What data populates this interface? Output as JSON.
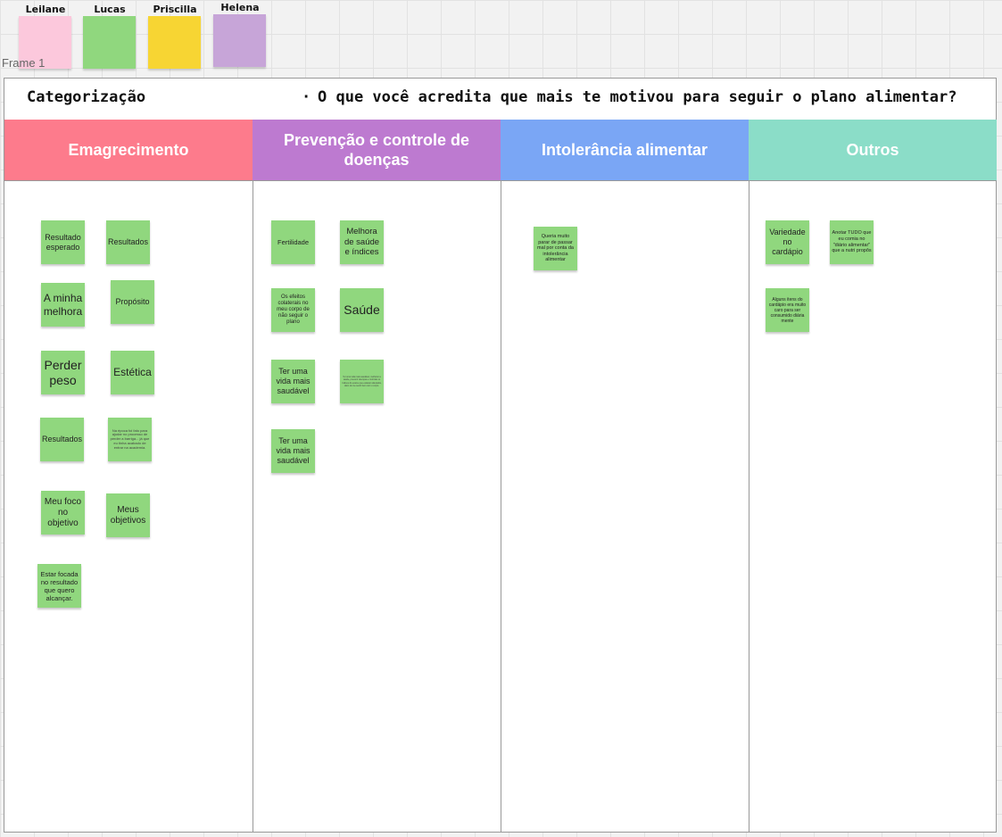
{
  "legend": [
    {
      "name": "Leilane",
      "color": "#fcc8dc"
    },
    {
      "name": "Lucas",
      "color": "#90d77e"
    },
    {
      "name": "Priscilla",
      "color": "#f7d533"
    },
    {
      "name": "Helena",
      "color": "#c7a5d8"
    }
  ],
  "frame": {
    "label": "Frame 1",
    "title": "Categorização",
    "bullet": "·",
    "question": "O que você acredita que mais te motivou para seguir o plano alimentar?"
  },
  "columns": [
    {
      "title": "Emagrecimento",
      "color": "#fd7b8c"
    },
    {
      "title": "Prevenção e controle de doenças",
      "color": "#bd7ad0"
    },
    {
      "title": "Intolerância alimentar",
      "color": "#7aa6f5"
    },
    {
      "title": "Outros",
      "color": "#8bddc8"
    }
  ],
  "stickies": {
    "emag_1": "Resultado esperado",
    "emag_2": "Resultados",
    "emag_3": "A minha melhora",
    "emag_4": "Propósito",
    "emag_5": "Perder peso",
    "emag_6": "Estética",
    "emag_7": "Resultados",
    "emag_8": "Na época foi fato para ajudar no processo de perder a barriga... já que eu tinha acabado de entrar na academia.",
    "emag_9": "Meu foco no objetivo",
    "emag_10": "Meus objetivos",
    "emag_11": "Estar focada no resultado que quero alcançar.",
    "prev_1": "Fertilidade",
    "prev_2": "Melhora de saúde e índices",
    "prev_3": "Os efeitos colaterais no meu corpo de não seguir o plano",
    "prev_4": "Saúde",
    "prev_5": "Ter uma vida mais saudável",
    "prev_6": "Ter uma vida mais saudável, melhorar a saúde, prevenir doenças e controlar os índices do exame que estavam alterados, além de me sentir bem com o corpo.",
    "prev_7": "Ter uma vida mais saudável",
    "intol_1": "Queria muito parar de passar mal por conta da intolerância alimentar",
    "outros_1": "Variedade no cardápio",
    "outros_2": "Anotar TUDO que eu comia no \"diário alimentar\" que a nutri propôs",
    "outros_3": "Alguns itens do cardápio era muito caro para ser consumido diária mente"
  }
}
